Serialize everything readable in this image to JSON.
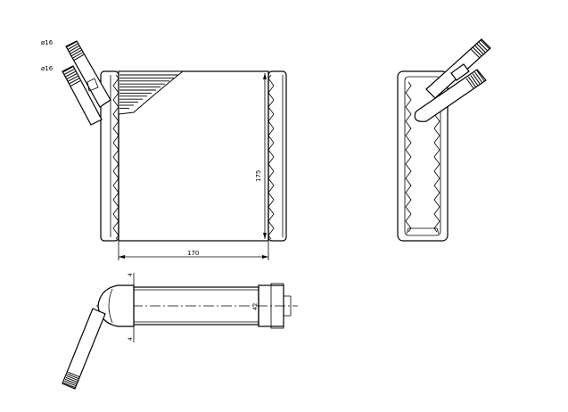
{
  "labels": {
    "pipe_upper": "ø16",
    "pipe_lower": "ø16",
    "width": "170",
    "height": "175",
    "depth": "42",
    "offset_top": "4",
    "offset_bottom": "4"
  }
}
